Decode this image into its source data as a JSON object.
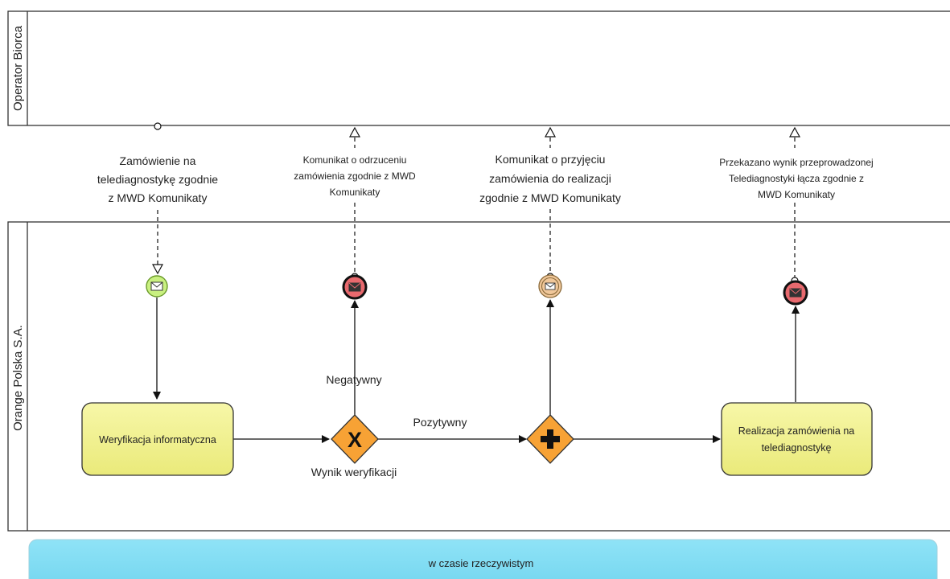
{
  "pools": {
    "top_label": "Operator Biorca",
    "bottom_label": "Orange Polska S.A."
  },
  "messages": [
    {
      "lines": [
        "Zamówienie na",
        "telediagnostykę zgodnie",
        "z MWD Komunikaty"
      ]
    },
    {
      "lines": [
        "Komunikat o odrzuceniu",
        "zamówienia zgodnie z MWD",
        "Komunikaty"
      ]
    },
    {
      "lines": [
        "Komunikat o przyjęciu",
        "zamówienia do realizacji",
        "zgodnie z MWD Komunikaty"
      ]
    },
    {
      "lines": [
        "Przekazano wynik przeprowadzonej",
        "Telediagnostyki łącza zgodnie z",
        "MWD Komunikaty"
      ]
    }
  ],
  "tasks": {
    "verification": "Weryfikacja informatyczna",
    "realization": [
      "Realizacja zamówienia na",
      "telediagnostykę"
    ]
  },
  "gateways": {
    "exclusive_symbol": "X",
    "exclusive_label": "Wynik weryfikacji"
  },
  "flows": {
    "negative": "Negatywny",
    "positive": "Pozytywny"
  },
  "footer": {
    "text": "w czasie rzeczywistym"
  },
  "colors": {
    "task_fill": "#f3f392",
    "gateway_fill": "#f7a235",
    "start_event": "#c9f080",
    "end_event": "#e8696e",
    "intermediate_event": "#f0c79a",
    "footer_fill": "#82def5"
  }
}
